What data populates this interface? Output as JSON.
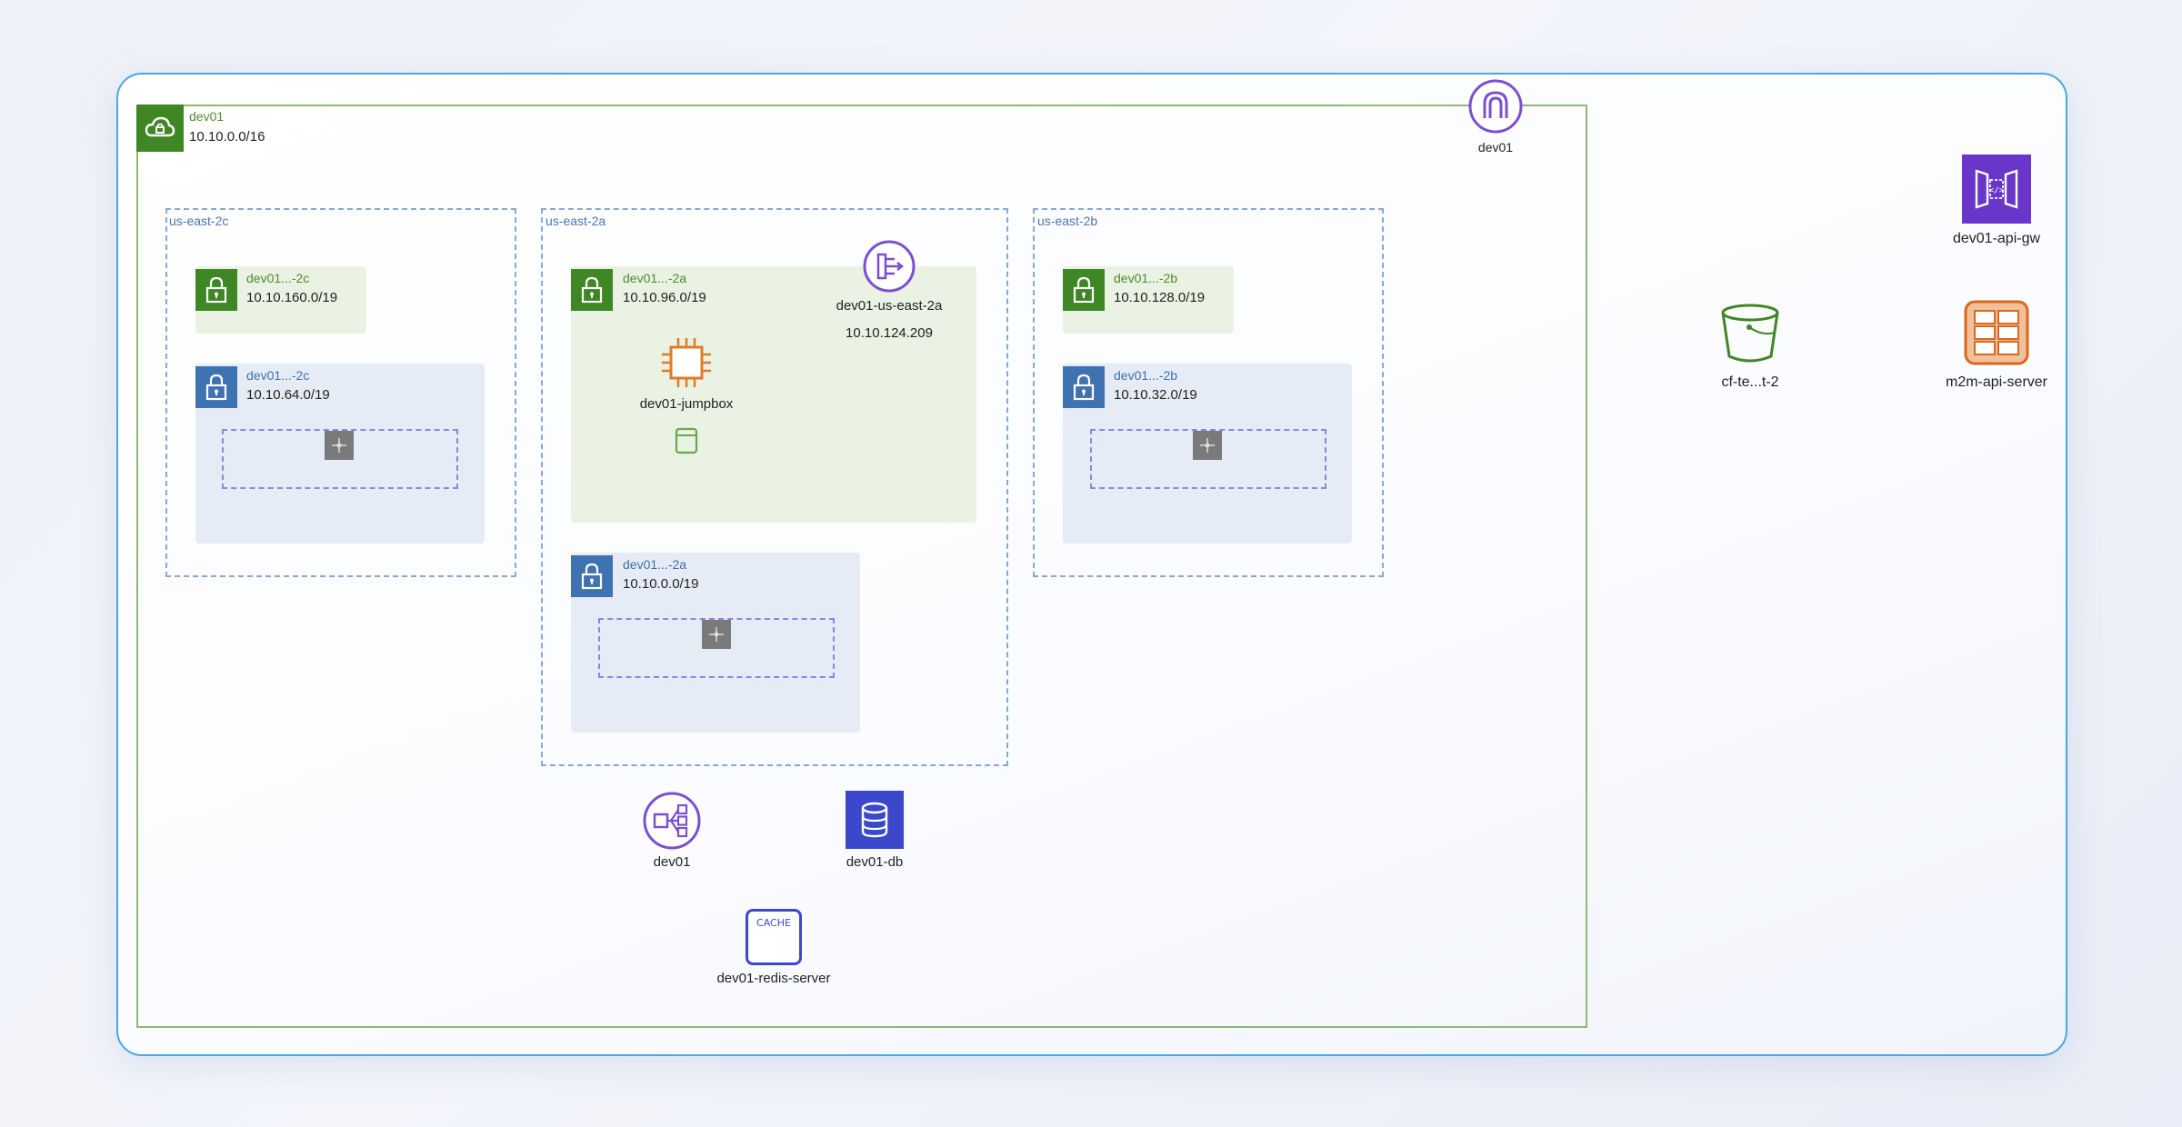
{
  "vpc": {
    "name": "dev01",
    "cidr": "10.10.0.0/16"
  },
  "internet_gateway": {
    "label": "dev01"
  },
  "azs": [
    {
      "label": "us-east-2c",
      "public_subnet": {
        "name": "dev01...-2c",
        "cidr": "10.10.160.0/19"
      },
      "private_subnet": {
        "name": "dev01...-2c",
        "cidr": "10.10.64.0/19"
      }
    },
    {
      "label": "us-east-2a",
      "public_subnet": {
        "name": "dev01...-2a",
        "cidr": "10.10.96.0/19"
      },
      "nat_gateway": {
        "label": "dev01-us-east-2a",
        "ip": "10.10.124.209"
      },
      "ec2": {
        "label": "dev01-jumpbox"
      },
      "private_subnet": {
        "name": "dev01...-2a",
        "cidr": "10.10.0.0/19"
      }
    },
    {
      "label": "us-east-2b",
      "public_subnet": {
        "name": "dev01...-2b",
        "cidr": "10.10.128.0/19"
      },
      "private_subnet": {
        "name": "dev01...-2b",
        "cidr": "10.10.32.0/19"
      }
    }
  ],
  "load_balancer": {
    "label": "dev01"
  },
  "database": {
    "label": "dev01-db"
  },
  "cache": {
    "label": "dev01-redis-server",
    "badge": "CACHE"
  },
  "external": {
    "api_gateway": {
      "label": "dev01-api-gw"
    },
    "s3_bucket": {
      "label": "cf-te...t-2"
    },
    "server": {
      "label": "m2m-api-server"
    }
  },
  "colors": {
    "card_border": "#4aa7e0",
    "vpc_green": "#3f8624",
    "private_blue": "#3f72b0",
    "purple": "#7b4fd1",
    "orange": "#e07b2a",
    "db_blue": "#3b48cc"
  }
}
